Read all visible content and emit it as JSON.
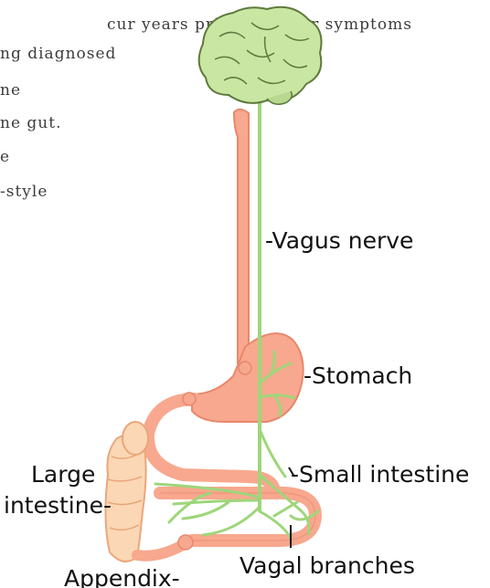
{
  "background_text": {
    "lines": [
      "cur years prior to motor symptoms",
      "ng diagnosed",
      "ne",
      "ne gut.",
      "e",
      "-style"
    ]
  },
  "diagram": {
    "labels": {
      "vagus_nerve": "-Vagus nerve",
      "stomach": "-Stomach",
      "small_intestine": "-Small intestine",
      "large_intestine_1": "Large",
      "large_intestine_2": "intestine-",
      "appendix": "Appendix-",
      "vagal_branches": "Vagal branches"
    },
    "colors": {
      "gut": "#f7a88e",
      "gut_outline": "#e8876c",
      "nerve": "#9ed67a",
      "brain": "#c9e6a3",
      "brain_outline": "#5f7a3c"
    }
  }
}
